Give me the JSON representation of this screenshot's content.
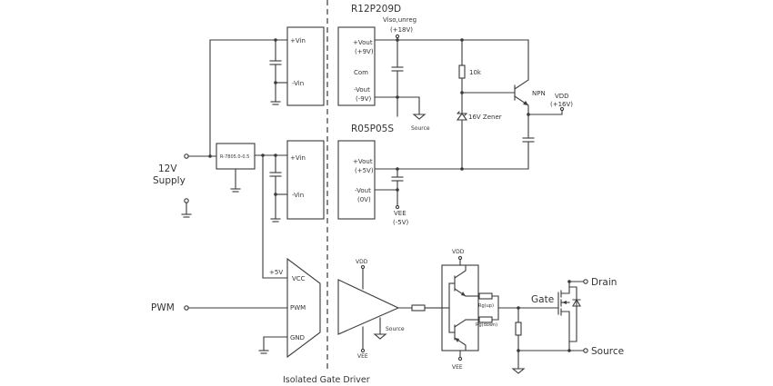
{
  "converters": {
    "top": {
      "name": "R12P209D",
      "in_pos": "+Vin",
      "in_neg": "-Vin",
      "out_pos_l1": "+Vout",
      "out_pos_l2": "(+9V)",
      "com": "Com",
      "out_neg_l1": "-Vout",
      "out_neg_l2": "(-9V)"
    },
    "bottom": {
      "name": "R05P05S",
      "in_pos": "+Vin",
      "in_neg": "-Vin",
      "out_pos_l1": "+Vout",
      "out_pos_l2": "(+5V)",
      "out_neg_l1": "-Vout",
      "out_neg_l2": "(0V)"
    }
  },
  "regulator": {
    "name": "R-7805.0-0.5"
  },
  "supply": {
    "line1": "12V",
    "line2": "Supply"
  },
  "rails": {
    "viso_l1": "Viso,unreg",
    "viso_l2": "(+18V)",
    "vdd_out_l1": "VDD",
    "vdd_out_l2": "(+16V)",
    "vee_l1": "VEE",
    "vee_l2": "(-5V)",
    "source_top": "Source",
    "plus5v": "+5V",
    "vdd_driver": "VDD",
    "vee_driver": "VEE",
    "source_driver": "Source",
    "vdd_stage": "VDD",
    "vee_stage": "VEE"
  },
  "components": {
    "r10k": "10k",
    "zener": "16V Zener",
    "npn": "NPN",
    "rg_up": "Rg(up)",
    "rg_down": "Rg(down)"
  },
  "driver": {
    "vcc": "VCC",
    "pwm": "PWM",
    "gnd": "GND",
    "caption": "Isolated Gate Driver"
  },
  "signals": {
    "pwm": "PWM",
    "gate": "Gate",
    "drain": "Drain",
    "source": "Source"
  }
}
